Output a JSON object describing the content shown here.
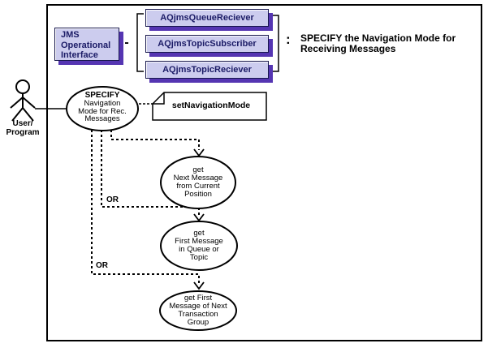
{
  "colors": {
    "boxfill": "#ccccee",
    "boxshadow": "#5535b2",
    "boxborder": "#17174d",
    "boxtext": "#1b1b66"
  },
  "actor": {
    "label": "User/\nProgram"
  },
  "system": {
    "jms_box_label": "JMS\nOperational\nInterface",
    "receiver_boxes": [
      "AQjmsQueueReciever",
      "AQjmsTopicSubscriber",
      "AQjmsTopicReciever"
    ],
    "dash": "-",
    "colon": ":",
    "side_note": "SPECIFY the Navigation Mode for\nReceiving Messages",
    "main_usecase": {
      "title": "SPECIFY",
      "body": "Navigation\nMode for Rec.\nMessages"
    },
    "note_label": "setNavigationMode",
    "or1": "OR",
    "or2": "OR",
    "usecases": [
      "get\nNext Message\nfrom Current\nPosition",
      "get\nFirst Message\nin Queue or\nTopic",
      "get First\nMessage of Next\nTransaction\nGroup"
    ]
  }
}
